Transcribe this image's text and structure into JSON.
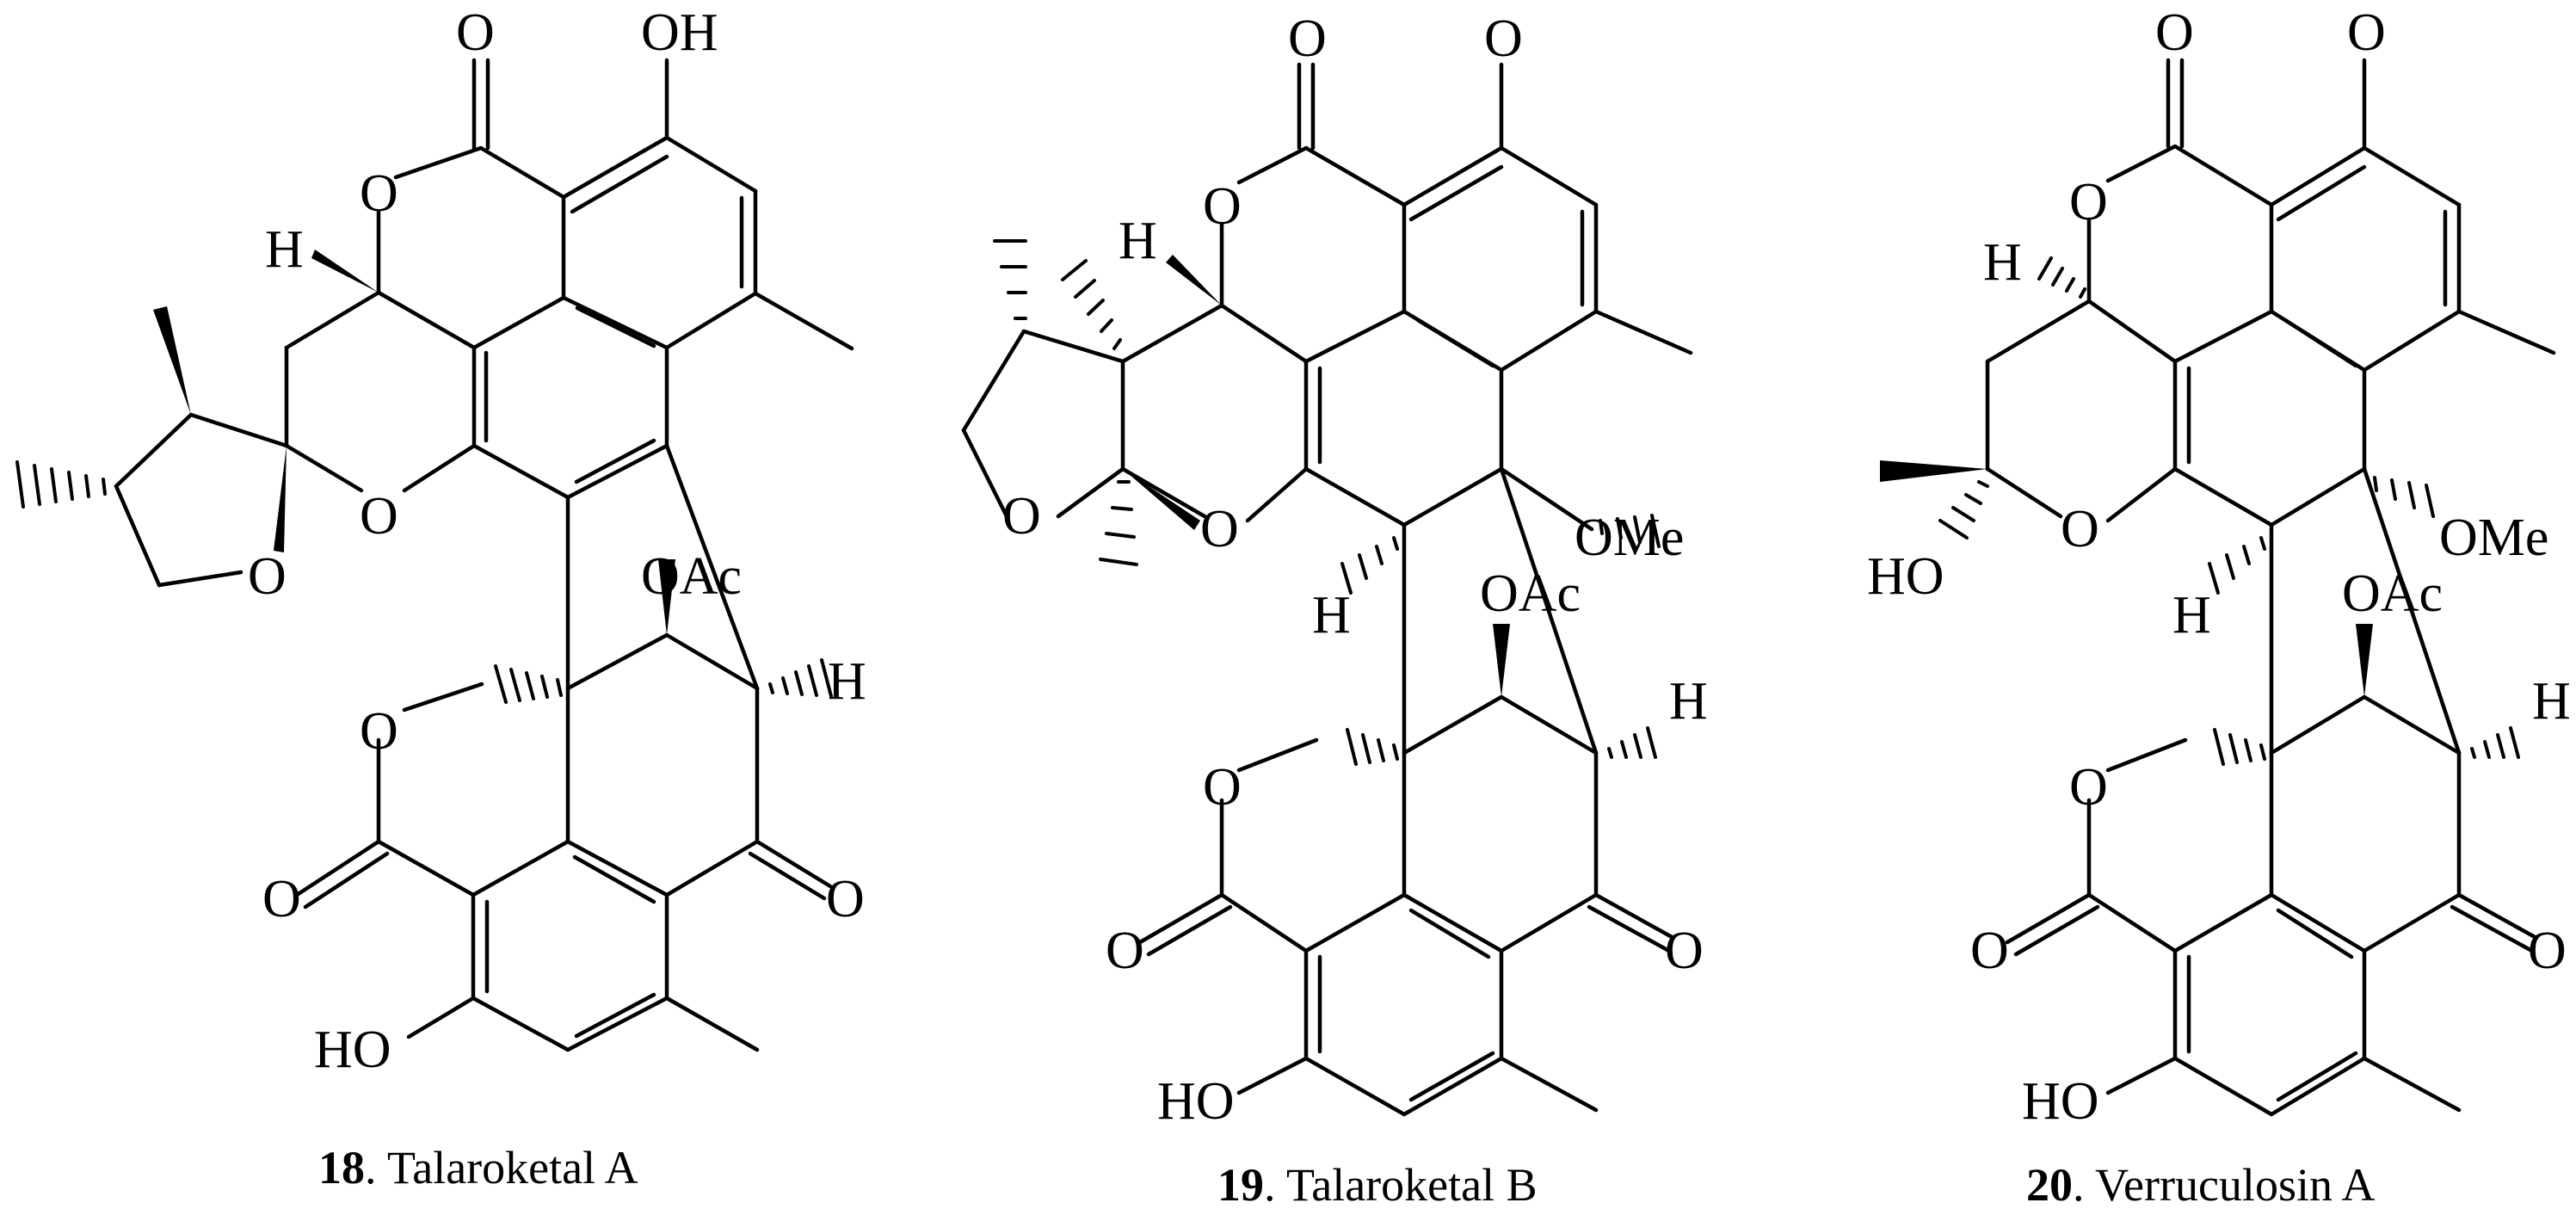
{
  "compounds": [
    {
      "number": "18",
      "name": ". Talaroketal A",
      "atoms": {
        "o_carbonyl_top": "O",
        "oh_top": "OH",
        "o_lactone": "O",
        "h_stereo": "H",
        "o_pyran": "O",
        "o_thf": "O",
        "oac": "OAc",
        "h_bridge": "H",
        "o_lactone_lower": "O",
        "o_carbonyl_lower_left": "O",
        "o_ketone": "O",
        "ho_bottom": "HO"
      }
    },
    {
      "number": "19",
      "name": ". Talaroketal B",
      "atoms": {
        "o_carbonyl_top": "O",
        "o_top_right": "O",
        "o_lactone": "O",
        "h_stereo": "H",
        "o_thf": "O",
        "o_pyran": "O",
        "ome": "OMe",
        "h_lower": "H",
        "oac": "OAc",
        "h_bridge": "H",
        "o_lactone_lower": "O",
        "o_carbonyl_lower_left": "O",
        "o_ketone": "O",
        "ho_bottom": "HO"
      }
    },
    {
      "number": "20",
      "name": ". Verruculosin A",
      "atoms": {
        "o_carbonyl_top": "O",
        "o_top_right": "O",
        "o_lactone": "O",
        "h_stereo": "H",
        "ho_left": "HO",
        "o_pyran": "O",
        "ome": "OMe",
        "h_lower": "H",
        "oac": "OAc",
        "h_bridge": "H",
        "o_lactone_lower": "O",
        "o_carbonyl_lower_left": "O",
        "o_ketone": "O",
        "ho_bottom": "HO"
      }
    }
  ]
}
